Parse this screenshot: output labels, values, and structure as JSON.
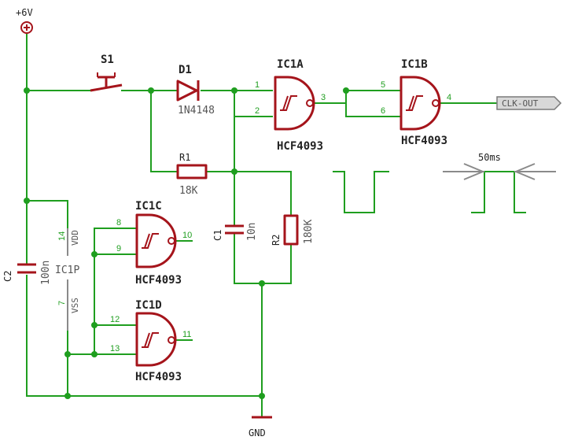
{
  "colors": {
    "wire": "#1f9e1f",
    "part": "#a5141b",
    "gray": "#8a8a8a"
  },
  "supply": {
    "vcc_label": "+6V",
    "gnd_label": "GND"
  },
  "switch": {
    "name": "S1"
  },
  "diode": {
    "name": "D1",
    "value": "1N4148"
  },
  "resistors": [
    {
      "name": "R1",
      "value": "18K"
    },
    {
      "name": "R2",
      "value": "180K"
    }
  ],
  "capacitors": [
    {
      "name": "C1",
      "value": "10n"
    },
    {
      "name": "C2",
      "value": "100n"
    }
  ],
  "gates": [
    {
      "name": "IC1A",
      "type": "HCF4093",
      "pins": [
        "1",
        "2",
        "3"
      ]
    },
    {
      "name": "IC1B",
      "type": "HCF4093",
      "pins": [
        "5",
        "6",
        "4"
      ]
    },
    {
      "name": "IC1C",
      "type": "HCF4093",
      "pins": [
        "8",
        "9",
        "10"
      ]
    },
    {
      "name": "IC1D",
      "type": "HCF4093",
      "pins": [
        "12",
        "13",
        "11"
      ]
    }
  ],
  "power_block": {
    "name": "IC1P",
    "vdd_pin": "14",
    "vdd_label": "VDD",
    "vss_pin": "7",
    "vss_label": "VSS"
  },
  "output": {
    "label": "CLK-OUT"
  },
  "timing": {
    "label": "50ms"
  }
}
